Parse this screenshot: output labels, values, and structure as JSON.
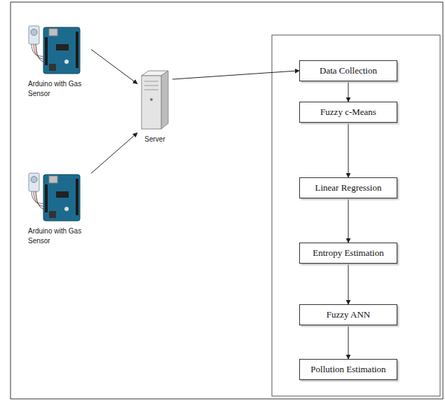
{
  "diagram": {
    "nodes": [
      {
        "text": [
          "Arduino with Gas Sensor"
        ]
      },
      {
        "text": [
          "Arduino with Gas Sensor"
        ]
      },
      {
        "text": [
          "Server"
        ]
      },
      {
        "text": [
          "Data Collection"
        ]
      },
      {
        "text": [
          "Fuzzy c-Means"
        ]
      },
      {
        "text": [
          "Linear Regression"
        ]
      },
      {
        "text": [
          "Entropy Estimation"
        ]
      },
      {
        "text": [
          "Fuzzy ANN"
        ]
      },
      {
        "text": [
          "Pollution Estimation"
        ]
      }
    ],
    "edges": [
      {
        "from": 0,
        "to": 2,
        "arrow": "to"
      },
      {
        "from": 1,
        "to": 2,
        "arrow": "to"
      },
      {
        "from": 2,
        "to": 3,
        "arrow": "to"
      },
      {
        "from": 3,
        "to": 4,
        "arrow": "to"
      },
      {
        "from": 4,
        "to": 5,
        "arrow": "to"
      },
      {
        "from": 5,
        "to": 6,
        "arrow": "to"
      },
      {
        "from": 6,
        "to": 7,
        "arrow": "to"
      },
      {
        "from": 7,
        "to": 8,
        "arrow": "to"
      }
    ]
  }
}
